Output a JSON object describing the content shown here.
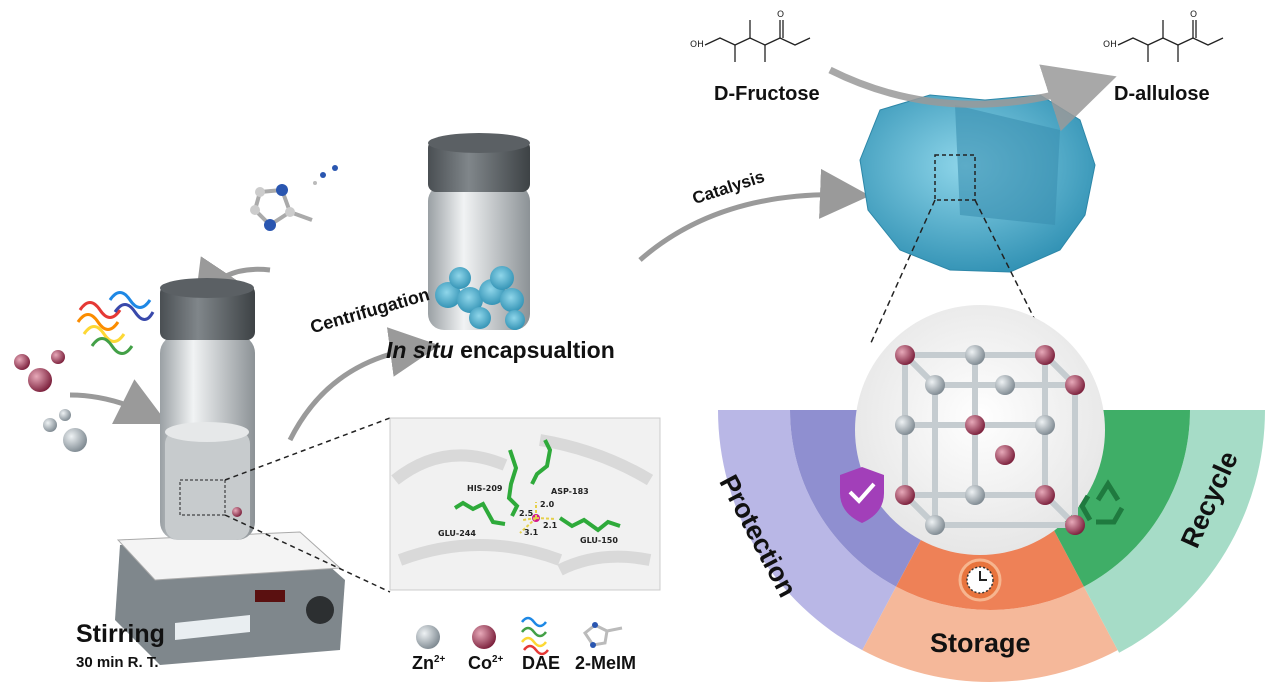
{
  "left": {
    "stirring_label": "Stirring",
    "conditions_label": "30 min   R. T."
  },
  "middle": {
    "centrifugation_label": "Centrifugation",
    "encapsulation_italic": "In situ",
    "encapsulation_rest": " encapsualtion",
    "catalysis_label": "Catalysis"
  },
  "inset": {
    "residues": [
      "HIS-209",
      "ASP-183",
      "GLU-244",
      "GLU-150"
    ],
    "distances": [
      "2.0",
      "2.5",
      "2.1",
      "3.1"
    ]
  },
  "legend": {
    "items": [
      {
        "base": "Zn",
        "sup": "2+",
        "color": "#a9b3ba"
      },
      {
        "base": "Co",
        "sup": "2+",
        "color": "#9b3b56"
      },
      {
        "base": "DAE",
        "sup": ""
      },
      {
        "base": "2-MeIM",
        "sup": ""
      }
    ]
  },
  "reaction": {
    "substrate": "D-Fructose",
    "product": "D-allulose",
    "structure_labels": [
      "OH",
      "O"
    ]
  },
  "properties": {
    "protection": {
      "label": "Protection",
      "color": "#b9b7e6",
      "inner_color": "#8f8fd0"
    },
    "storage": {
      "label": "Storage",
      "color": "#f5b89a",
      "inner_color": "#ee8157"
    },
    "recycle": {
      "label": "Recycle",
      "color": "#a6dcc7",
      "inner_color": "#3fae67"
    }
  },
  "colors": {
    "mof_blue": "#4fb3d3",
    "zinc": "#a9b3ba",
    "cobalt": "#8c2a45",
    "arrow_gray": "#9a9a9a"
  }
}
